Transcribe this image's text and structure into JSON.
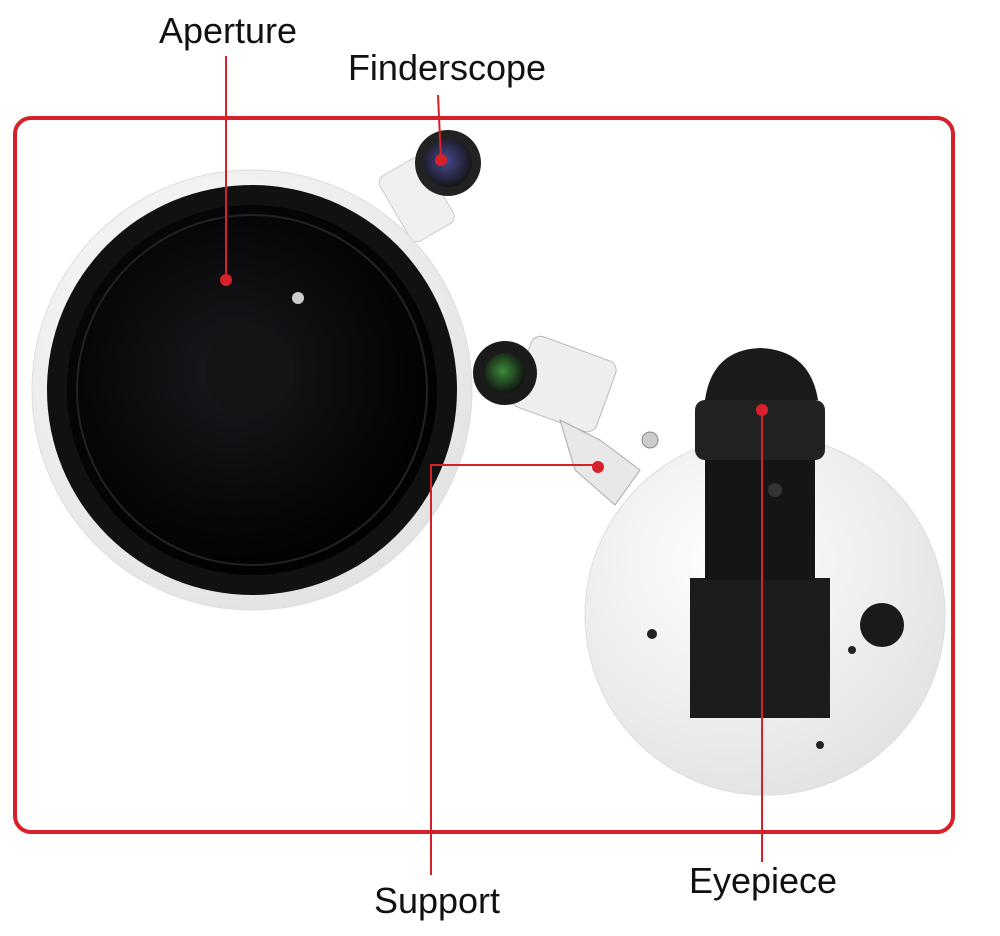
{
  "labels": {
    "aperture": "Aperture",
    "finderscope": "Finderscope",
    "support": "Support",
    "eyepiece": "Eyepiece"
  },
  "colors": {
    "accent": "#d6202a",
    "tube": "#f2f2f2",
    "lens": "#0a0a0c"
  }
}
